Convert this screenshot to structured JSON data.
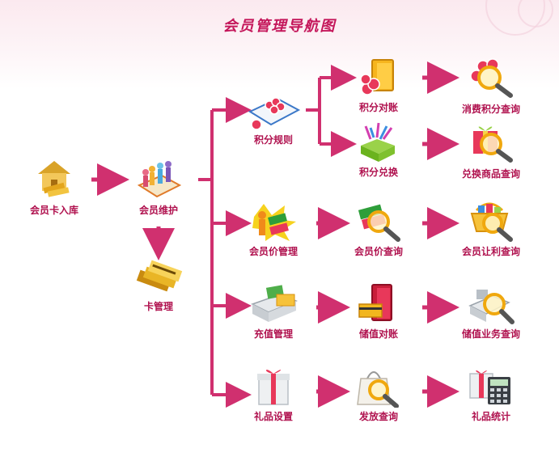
{
  "title": "会员管理导航图",
  "colors": {
    "accent": "#c4165a",
    "connector": "#d0306f",
    "label": "#b0124f"
  },
  "nodes": {
    "card_stock_in": {
      "label": "会员卡入库",
      "icon": "house-cards-icon"
    },
    "member_maintain": {
      "label": "会员维护",
      "icon": "member-people-icon"
    },
    "card_manage": {
      "label": "卡管理",
      "icon": "gold-cards-icon"
    },
    "points_rules": {
      "label": "积分规则",
      "icon": "points-chips-icon"
    },
    "points_reconcile": {
      "label": "积分对账",
      "icon": "coins-book-icon"
    },
    "points_exchange": {
      "label": "积分兑换",
      "icon": "gift-box-open-icon"
    },
    "consume_points_query": {
      "label": "消费积分查询",
      "icon": "chips-magnifier-icon"
    },
    "exchange_goods_query": {
      "label": "兑换商品查询",
      "icon": "gift-magnifier-icon"
    },
    "member_price_manage": {
      "label": "会员价管理",
      "icon": "price-tag-person-icon"
    },
    "member_price_query": {
      "label": "会员价查询",
      "icon": "tag-magnifier-icon"
    },
    "member_discount_query": {
      "label": "会员让利查询",
      "icon": "basket-magnifier-icon"
    },
    "recharge_manage": {
      "label": "充值管理",
      "icon": "cash-register-icon"
    },
    "stored_value_reconcile": {
      "label": "储值对账",
      "icon": "cards-book-icon"
    },
    "stored_value_query": {
      "label": "储值业务查询",
      "icon": "register-magnifier-icon"
    },
    "gift_setting": {
      "label": "礼品设置",
      "icon": "gift-box-icon"
    },
    "issue_query": {
      "label": "发放查询",
      "icon": "bag-magnifier-icon"
    },
    "gift_statistics": {
      "label": "礼品统计",
      "icon": "gift-calculator-icon"
    }
  }
}
